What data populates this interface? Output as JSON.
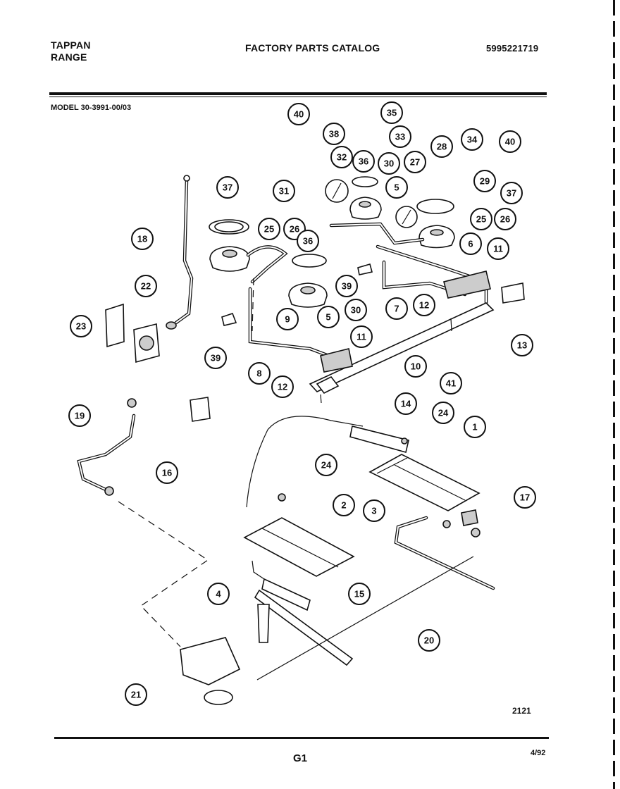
{
  "header": {
    "brand_line1": "TAPPAN",
    "brand_line2": "RANGE",
    "catalog_title": "FACTORY PARTS CATALOG",
    "part_number": "5995221719"
  },
  "model_label": "MODEL 30-3991-00/03",
  "diagram_code": "2121",
  "page_code": "G1",
  "date_code": "4/92",
  "callouts": [
    "40",
    "35",
    "38",
    "33",
    "32",
    "36",
    "30",
    "27",
    "28",
    "34",
    "40",
    "29",
    "31",
    "5",
    "37",
    "37",
    "25",
    "26",
    "25",
    "26",
    "18",
    "36",
    "6",
    "11",
    "22",
    "39",
    "12",
    "7",
    "23",
    "5",
    "30",
    "9",
    "11",
    "13",
    "39",
    "10",
    "8",
    "12",
    "41",
    "14",
    "24",
    "19",
    "1",
    "16",
    "24",
    "17",
    "2",
    "3",
    "15",
    "4",
    "20",
    "21"
  ]
}
